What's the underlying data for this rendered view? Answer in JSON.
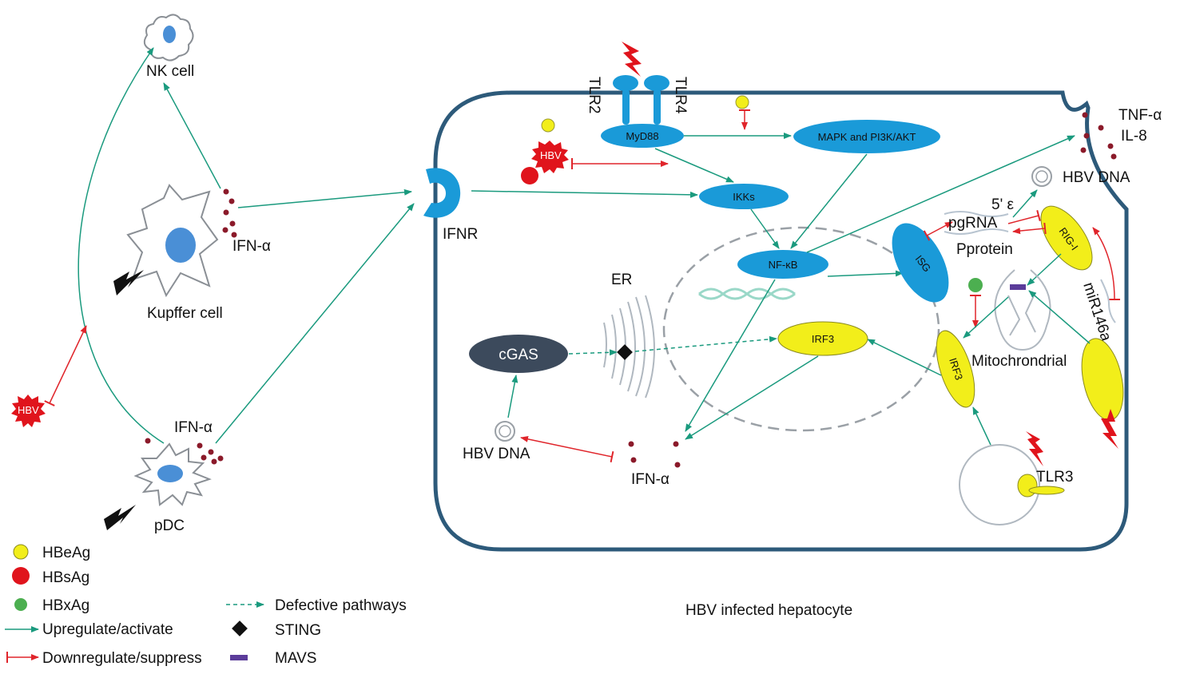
{
  "labels": {
    "nk_cell": "NK cell",
    "kupffer_cell": "Kupffer cell",
    "pdc": "pDC",
    "ifn_alpha_kupffer": "IFN-α",
    "ifn_alpha_pdc": "IFN-α",
    "ifn_alpha_inner": "IFN-α",
    "ifnr": "IFNR",
    "tlr2": "TLR2",
    "tlr4": "TLR4",
    "tlr3": "TLR3",
    "myd88": "MyD88",
    "mapk": "MAPK and PI3K/AKT",
    "ikks": "IKKs",
    "nfkb": "NF-κB",
    "isg": "ISG",
    "irf3_nucleus": "IRF3",
    "irf3_mito": "IRF3",
    "rig1": "RIG-I",
    "cgas": "cGAS",
    "er": "ER",
    "hbv_dna_top": "HBV DNA",
    "hbv_dna_bottom": "HBV DNA",
    "tnf": "TNF-α",
    "il8": "IL-8",
    "five_eps": "5' ε",
    "pgrna": "pgRNA",
    "pprotein": "Pprotein",
    "mir146a": "miR146a",
    "mitochondrial": "Mitochrondrial",
    "hbv_left": "HBV",
    "hbv_cell": "HBV",
    "caption": "HBV infected hepatocyte"
  },
  "legend": {
    "hbeag": "HBeAg",
    "hbsag": "HBsAg",
    "hbxag": "HBxAg",
    "upregulate": "Upregulate/activate",
    "downregulate": "Downregulate/suppress",
    "defective": "Defective pathways",
    "sting": "STING",
    "mavs": "MAVS"
  },
  "colors": {
    "activate": "#1a9a7e",
    "suppress": "#e0252b",
    "receptor_blue": "#1a9ad8",
    "hbeag_yellow": "#f2ee1a",
    "hbsag_red": "#e0141c",
    "hbxag_green": "#4caf50",
    "cell_membrane": "#2d5a7a",
    "cgas_dark": "#3c4a5c"
  }
}
